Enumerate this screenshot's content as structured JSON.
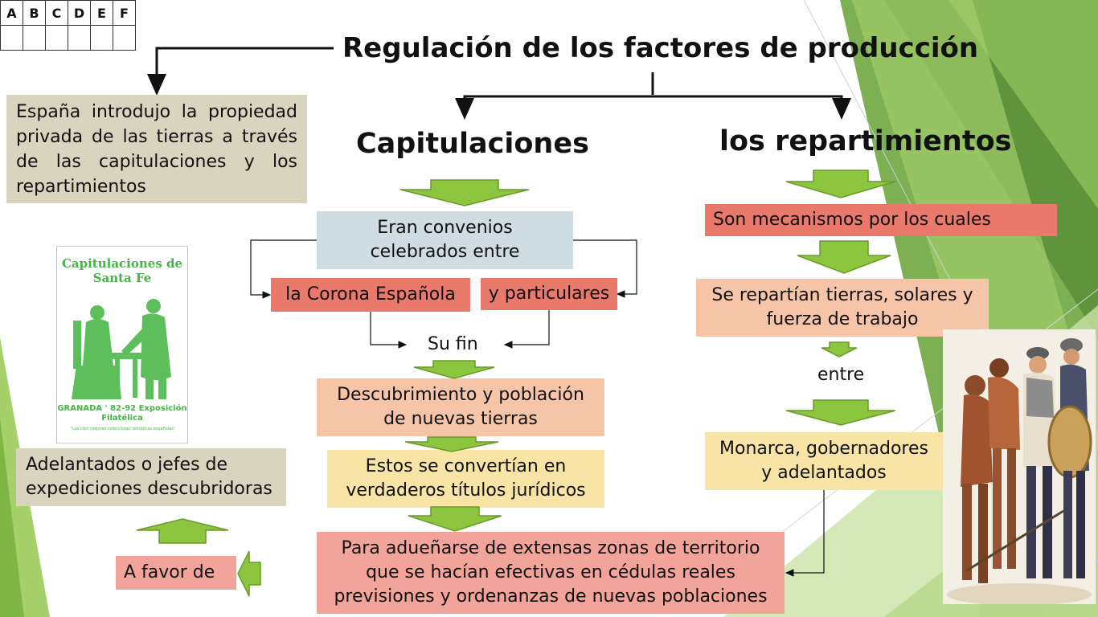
{
  "grid": {
    "headers": [
      "A",
      "B",
      "C",
      "D",
      "E",
      "F"
    ]
  },
  "main_title": "Regulación de los factores de producción",
  "left_note": "España introdujo la propiedad privada de las tierras a través de las capitulaciones y los repartimientos",
  "capitulaciones": {
    "heading": "Capitulaciones",
    "convenios": "Eran convenios celebrados entre",
    "corona": "la Corona Española",
    "particulares": "y particulares",
    "su_fin": "Su fin",
    "descubrimiento": "Descubrimiento y población de nuevas tierras",
    "titulos": "Estos  se convertían en verdaderos títulos jurídicos",
    "para": "Para   adueñarse de extensas zonas de territorio que se hacían efectivas en cédulas reales previsiones y ordenanzas de nuevas poblaciones",
    "a_favor": "A favor de",
    "adelantados": "Adelantados o jefes de expediciones descubridoras"
  },
  "repartimientos": {
    "heading": "los repartimientos",
    "mecanismos": "Son mecanismos por los cuales",
    "repartian": "Se repartían tierras, solares y fuerza de trabajo",
    "entre": "entre",
    "monarca": "Monarca, gobernadores y adelantados"
  },
  "poster": {
    "title": "Capitulaciones de Santa Fe",
    "subtitle": "GRANADA ' 82-92 Exposición Filatélica",
    "caption": "\"Las cien mejores colecciones temáticas españolas\""
  },
  "colors": {
    "arrow_green": "#8cc63f",
    "arrow_green_dark": "#6a9a2a",
    "tan": "#d8d4bd",
    "light_blue": "#cfdde2",
    "salmon": "#e9796a",
    "peach": "#f6c4a6",
    "yellow": "#f8e5a6",
    "pink": "#f2a49a"
  },
  "icons": [
    "down-arrow-icon",
    "up-arrow-icon",
    "left-arrow-icon"
  ]
}
